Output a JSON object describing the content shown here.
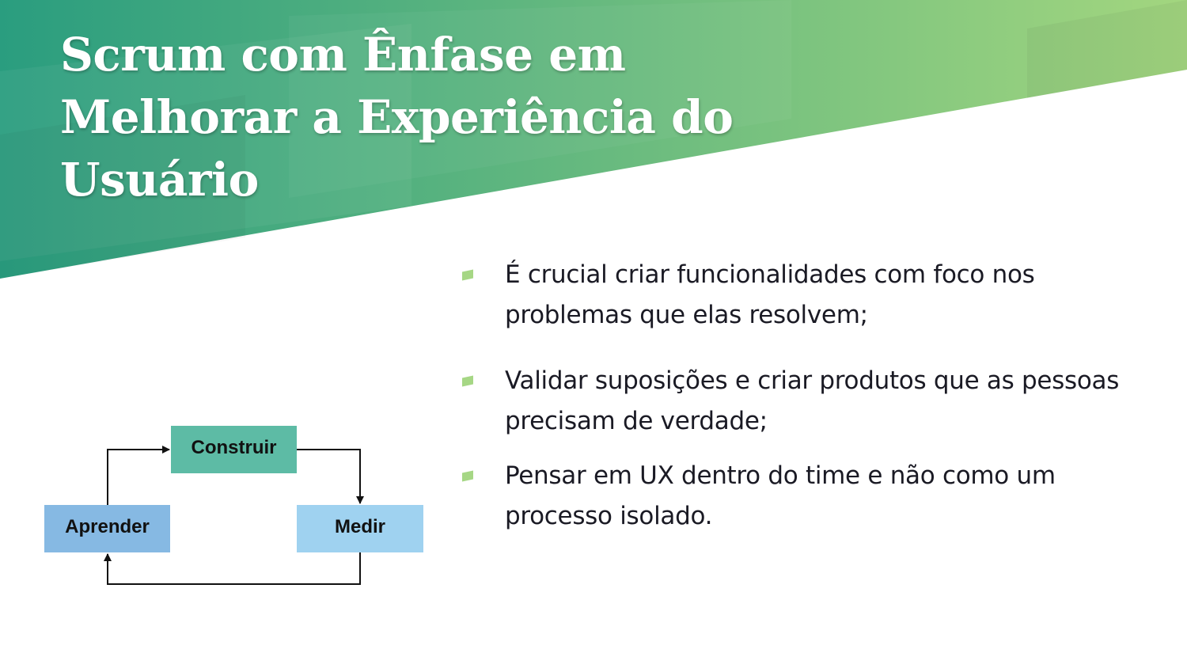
{
  "slide": {
    "title": "Scrum com Ênfase em Melhorar a Experiência do Usuário",
    "bullets": [
      "É crucial criar funcionalidades com foco nos problemas que elas resolvem;",
      "Validar suposições e criar produtos que as pessoas precisam de verdade;",
      "Pensar em UX dentro do time e não como um processo isolado."
    ],
    "colors": {
      "banner_start": "#2a9d7f",
      "banner_end": "#a3d67f",
      "bullet_marker": "#a6d785",
      "construir_box": "#5dbba5",
      "aprender_box": "#86b9e3",
      "medir_box": "#9fd2f0"
    }
  },
  "diagram": {
    "nodes": {
      "construir": "Construir",
      "medir": "Medir",
      "aprender": "Aprender"
    }
  }
}
